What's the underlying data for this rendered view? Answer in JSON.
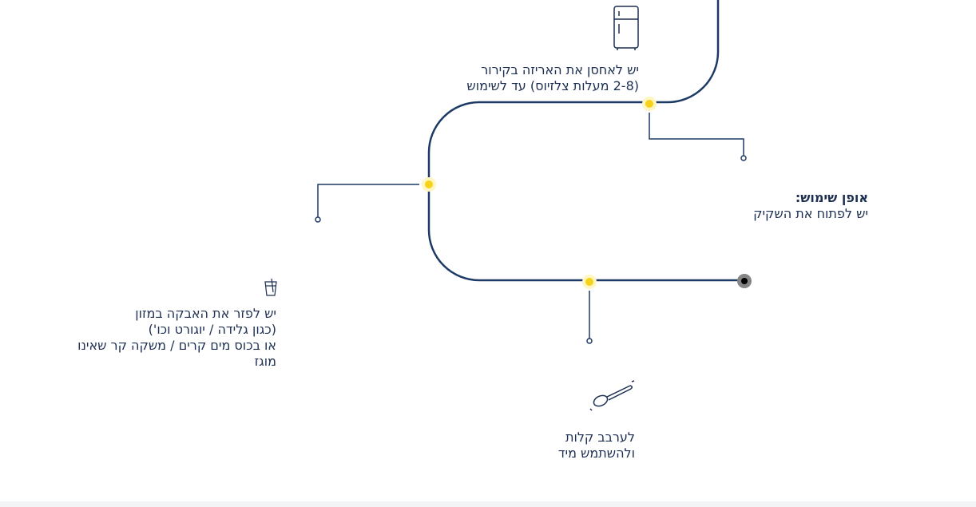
{
  "colors": {
    "line": "#1d3a66",
    "icon": "#1d2f52",
    "dot": "#fbe66a",
    "dot_core": "#f7d21a",
    "end_dot": "#858585"
  },
  "usage": {
    "heading": "אופן שימוש:",
    "instruction": "יש לפתוח את השקיק"
  },
  "steps": [
    {
      "icon": "fridge-icon",
      "lines": [
        "יש לאחסן את האריזה בקירור",
        "(2-8 מעלות צלזיוס) עד לשימוש"
      ]
    },
    {
      "icon": "cup-icon",
      "lines": [
        "יש לפזר את האבקה במזון",
        "(כגון גלידה / יוגורט וכו')",
        "או בכוס מים קרים / משקה קר שאינו",
        "מוגז"
      ]
    },
    {
      "icon": "spoon-icon",
      "lines": [
        "לערבב קלות",
        "ולהשתמש מיד"
      ]
    }
  ]
}
